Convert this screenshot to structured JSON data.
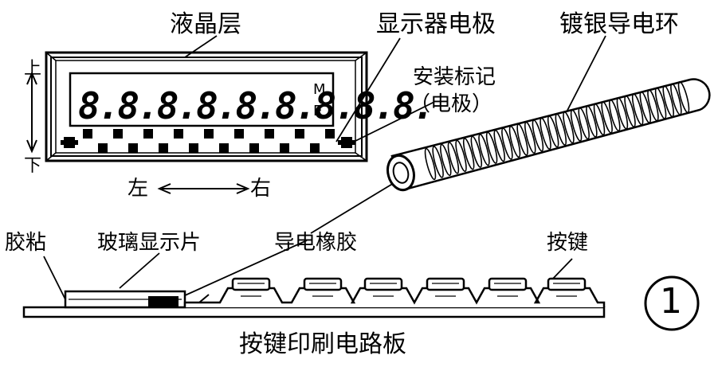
{
  "labels": {
    "lcd_layer": "液晶层",
    "display_electrode": "显示器电极",
    "silver_ring": "镀银导电环",
    "install_mark_line1": "安装标记",
    "install_mark_line2": "（电极）",
    "up": "上",
    "down": "下",
    "left": "左",
    "right": "右",
    "glue": "胶粘",
    "glass_display": "玻璃显示片",
    "conductive_rubber": "导电橡胶",
    "keys": "按键",
    "pcb": "按键印刷电路板",
    "figure_number": "1"
  },
  "lcd": {
    "digits": "8.8.8.8.8.8.8.8.8.",
    "mode_top": "M",
    "mode_bottom": "E"
  }
}
